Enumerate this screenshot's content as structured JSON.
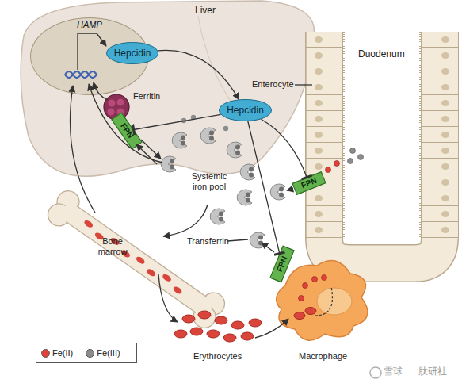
{
  "diagram": {
    "nodes": [
      {
        "text": [
          "HAMP"
        ]
      },
      {
        "text": [
          "Hepcidin"
        ],
        "in": 0
      },
      {
        "text": [
          "FPN"
        ]
      },
      {
        "text": [
          "Hepcidin"
        ]
      },
      {
        "text": [
          "FPN"
        ]
      },
      {
        "text": [
          "FPN"
        ]
      }
    ],
    "edges": [
      {
        "from": 1,
        "to": 3,
        "arrow": "to"
      },
      {
        "from": 3,
        "to": 2,
        "arrow": "to"
      },
      {
        "from": 3,
        "to": 4,
        "arrow": "to"
      },
      {
        "from": 3,
        "to": 5,
        "arrow": "to"
      }
    ],
    "labels": [
      "Liver",
      "Ferritin",
      "Duodenum",
      "Enterocyte",
      "Systemic iron pool",
      "Transferrin",
      "Bone marrow",
      "Erythrocytes",
      "Macrophage",
      "雪球",
      "肽研社"
    ],
    "legend": [
      {
        "text": "Fe(II)",
        "color": "#e0413a"
      },
      {
        "text": "Fe(III)",
        "color": "#8c8c8c"
      }
    ]
  }
}
